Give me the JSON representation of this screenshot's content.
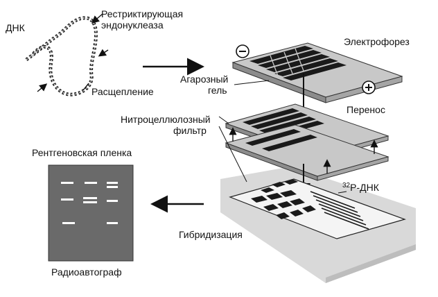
{
  "labels": {
    "dna": "ДНК",
    "restriction_enzyme_line1": "Рестриктирующая",
    "restriction_enzyme_line2": "эндонуклеаза",
    "cleavage": "Расщепление",
    "electrophoresis": "Электрофорез",
    "agarose_gel_line1": "Агарозный",
    "agarose_gel_line2": "гель",
    "transfer": "Перенос",
    "nitrocellulose_line1": "Нитроцеллюлозный",
    "nitrocellulose_line2": "фильтр",
    "xray_film": "Рентгеновская пленка",
    "probe_sup": "32",
    "probe": "P-ДНК",
    "hybridization": "Гибридизация",
    "autoradiograph": "Радиоавтограф"
  },
  "electrode_signs": {
    "cathode": "−",
    "anode": "+"
  },
  "colors": {
    "ink": "#111111",
    "gel_top": "#c8c8c8",
    "gel_side": "#8c8c8c",
    "film": "#6a6a6a",
    "band": "#ffffff",
    "background_tray": "#dcdcdc"
  }
}
